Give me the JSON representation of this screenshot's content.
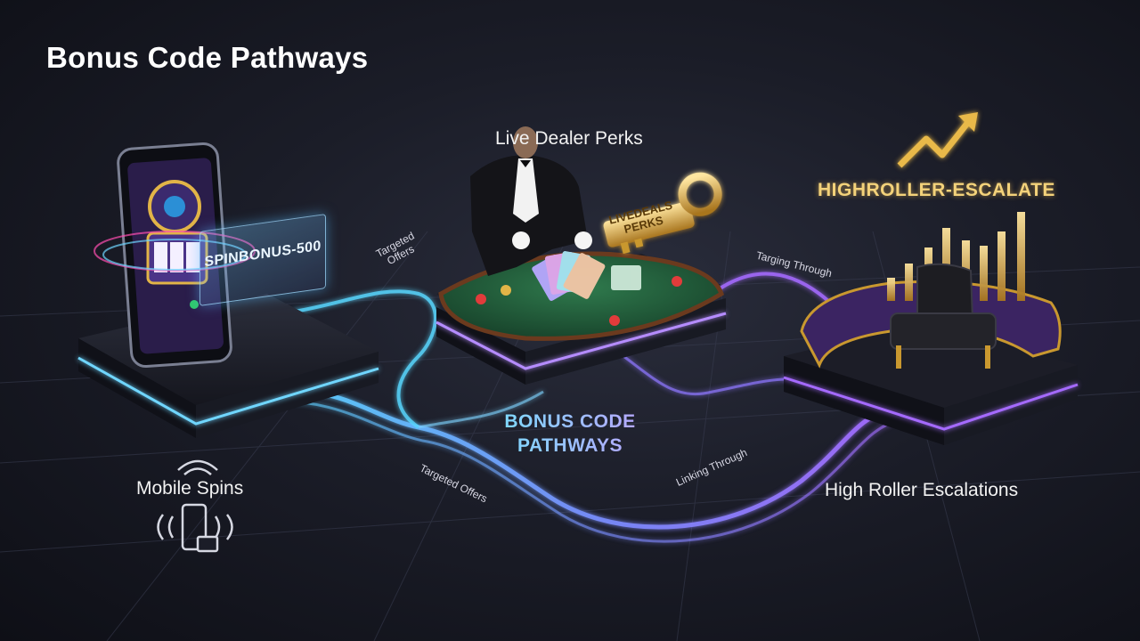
{
  "title": "Bonus Code Pathways",
  "nodes": {
    "mobile": {
      "label": "Mobile Spins",
      "code": "SPINBONUS-500",
      "icon": "phone-wifi-icon"
    },
    "live_dealer": {
      "label": "Live Dealer Perks",
      "code_line1": "LIVEDEALS",
      "code_line2": "PERKS",
      "icon": "golden-key-icon"
    },
    "high_roller": {
      "label": "High Roller Escalations",
      "code": "HIGHROLLER-ESCALATE",
      "icon": "trend-arrow-icon"
    }
  },
  "center_title": {
    "line1": "BONUS CODE",
    "line2": "PATHWAYS"
  },
  "path_labels": {
    "mobile_to_dealer_top": "Targeted Offers",
    "dealer_to_roller_top": "Targing Through",
    "bottom_left": "Targeted Offers",
    "bottom_right": "Linking Through"
  },
  "colors": {
    "cyan": "#5fd4ff",
    "violet": "#9b6bff",
    "gold": "#e9b949",
    "felt": "#1f5c3a"
  }
}
